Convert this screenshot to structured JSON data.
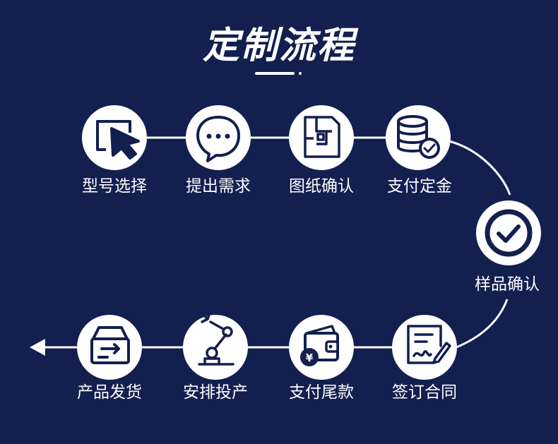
{
  "title": "定制流程",
  "steps": [
    {
      "label": "型号选择",
      "icon": "cursor-select-icon"
    },
    {
      "label": "提出需求",
      "icon": "chat-bubble-icon"
    },
    {
      "label": "图纸确认",
      "icon": "blueprint-icon"
    },
    {
      "label": "支付定金",
      "icon": "database-check-icon"
    },
    {
      "label": "样品确认",
      "icon": "check-circle-icon"
    },
    {
      "label": "签订合同",
      "icon": "contract-sign-icon"
    },
    {
      "label": "支付尾款",
      "icon": "wallet-yuan-icon"
    },
    {
      "label": "安排投产",
      "icon": "robot-arm-icon"
    },
    {
      "label": "产品发货",
      "icon": "box-shipping-icon"
    }
  ],
  "colors": {
    "background": "#121f4f",
    "node": "#ffffff",
    "icon": "#121f4f"
  }
}
